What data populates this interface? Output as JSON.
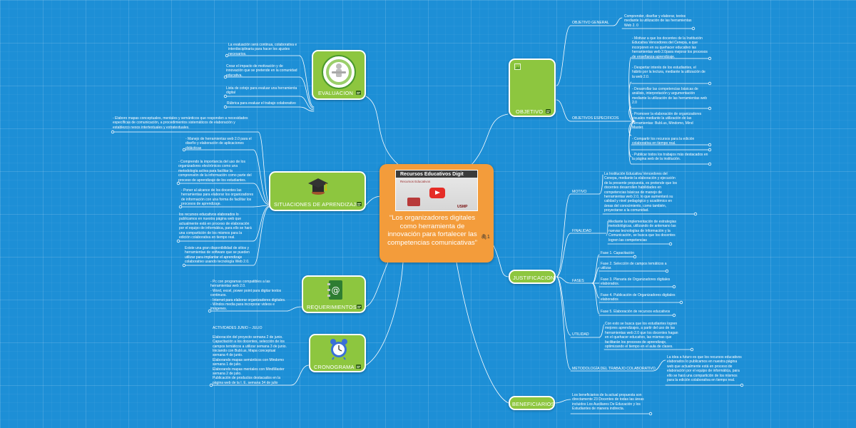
{
  "central": {
    "title": "“Los organizadores digitales como herramienta de innovación para fortalecer  las  competencias comunicativas”",
    "video_title": "Recursos Educativos Digit",
    "video_subtitle": "Recursos Educativos",
    "video_brand": "USMP",
    "attachment_count": "1"
  },
  "evaluacion": {
    "title": "EVALUACION",
    "items": [
      "La evaluación será continua, colaborativa e\ninterdisciplinaria    para hacer    los ajustes\nnecesarios.",
      "Crear el impacto  de motivación y de\ninnovación que se pretende en la comunidad\neducativa.",
      "Lista de cotejo para evaluar una herramienta\ndigital",
      "Rúbrica para evaluar el trabajo colaborativo"
    ]
  },
  "situaciones": {
    "title": "SITUACIONES DE APRENDIZAJE",
    "items": [
      "- Elaboro mapas conceptuales, mentales y semánticos  que  responden  a  necesidades\nespecíficas  de  comunicación,  a procedimientos  sistemáticos  de  elaboración   y\nestablezco   nexos   intertextuales    y  extratextuales.",
      "-  Manejo de herramientas web 2.0 para el\ndiseño y elaboración  de aplicaciones\ndidácticas",
      "- Comprendo la importancia del uso de los\norganizadores electrónicos como una\nmetodología activa para facilitar la\ncomprensión de la información como parte del\nproceso de aprendizaje de los estudiantes.",
      "- Poner al alcance de  los docentes las\nherramientas para elaborar los organizadores\nde información con una forma de facilitar los\nprocesos de aprendizaje.",
      "los recursos educativos elaborados lo\npublicamos en nuestra página web que\nactualmente está en proceso de elaboración\npor el equipo de informática, para ello se hará\nuna compartición de los mismos para la\nedición colaborativa en tiempo real.",
      "Existe una gran disponibilidad de sitios y\nherramientas de software que se pueden\nutilizar para implantar el aprendizaje\ncolaborativo usando tecnología Web 2.0."
    ]
  },
  "requerimientos": {
    "title": "REQUERIMIENTOS",
    "items": [
      "- Pc con programas compatibles a las\nherramientas web 2.0.\n- Word, excel, power point para digitar textos\ncontinuos.\n- Internet para elaborar organizadores digitales.\n- Windos media para incorporar videos e\nimágenes."
    ]
  },
  "cronograma": {
    "title": "CRONOGRAMA",
    "items": [
      "ACTIVIDADES  JUNIO – JULIO\n\nElaboración del proyecto semana 2 de junio.\nCapacitación a los docentes, selección de los\ncampos temáticos a utilizar semana 3 de junio.\nIniciando con Bubl.us, Mapa conceptual\nsemana 4 de junio.\nElaborando mapas semánticos con Mindomo\nsemana 1 de julio.\nElaborando mapas mentales con MindMaster\nsemana 2 de julio.\nPublicación de productos destacados en la\npágina web de la I. E. semana 34 de julio"
    ]
  },
  "objetivo": {
    "title": "OBJETIVO",
    "general_label": "OBJETIVO GENERAL",
    "general_text": "Comprender, diseñar y elaborar, textos\nmediante la utilización de las herramientas\nWeb 2. 0",
    "especificos_label": "OBJETIVOS ESPECIFICOS",
    "especificos": [
      "- Motivar a que los docentes de la Institución\nEducativa Vencedores del Cenepa, a que\nincorporen en su quehacer educativo las\nherramientas web 2.0para mejorar los procesos\nde enseñanza-aprendizaje.",
      "- Despertar interés  de los estudiantes, el\nhábito por la lectura, mediante la utilización de\nla web 2.0.",
      "- Desarrollar las competencias básicas de\nanálisis, interpretación y argumentación\nmediante la utilización de las herramientas web\n2.0",
      "- Promover  la  elaboración de organizadores\nvisuales  mediante  la  utilización  de las\nherramientas: Bubl.us, Mindomo, Mind\nMaster.",
      "- Compartir los recursos para la edición\ncolaborativa en tiempo real.",
      "- Publicar todos los trabajos más destacados en\nla página web de la institución."
    ]
  },
  "justificacion": {
    "title": "JUSTIFICACION",
    "motivo_label": "MOTIVO",
    "motivo_text": "La Institución Educativa Vencedores del\nCenepa, mediante la elaboración y ejecución\nde la presente propuesta, es pretende que los\ndocentes desarrollen habilidades en\ncompetencias básicas de manejo de\nherramientas web 2.0, lo que      aumentará  su\ncalidad  y  nivel  pedagógico y académico en\náreas  del conocimiento, como también,\nproyectarse a la comunidad.",
    "finalidad_label": "FINALIDAD",
    "finalidad_text": "Mediante la implementación de estrategias\nmetodológicas, utilizando de antemano las\nnuevas tecnologías de Información y la\nComunicación, se busca que los docentes\nlogren las competencias",
    "fases_label": "FASES",
    "fases": [
      "Fase 1. Capacitación",
      "Fase 2. Selección de campos temáticos a\nutilizar.",
      "Fase 3. Plenaria de Organizadores digitales\nelaborados.",
      "Fase 4. Publicación de Organizadores digitales\nelaborados",
      "Fase 5. Elaboración de recursos educativos"
    ],
    "utilidad_label": "UTILIDAD",
    "utilidad_text": "Con esto se busca que  los estudiantes logren\nmejores aprendizajes, a partir del uso de las\nherramientas web 2.0 que los docentes hagan\nen el quehacer educativo, las mismas que\nfacilitarán los procesos de aprendizaje,\noptimizando el tiempo en el aula de clases.",
    "metodologia_label": "METODOLOGÍA DEL TRABAJO COLABORATIVO",
    "metodologia_text": "La idea a futuro es que los recursos educativos\nelaborados lo publicamos en nuestra página\nweb que actualmente está en proceso de\nelaboración por el equipo de informática, para\nello se hará una compartición de los mismos\npara la edición colaborativa en tiempo real."
  },
  "beneficiarios": {
    "title": "BENEFICIARIOS",
    "text": "Los beneficiarios de la actual propuesta son\ndirectamente 23 Docentes de todas las áreas\nincluidos Los Auxiliares De Educación y los\nEstudiantes de manera indirecta."
  },
  "colors": {
    "background": "#1d8fd6",
    "central": "#f39c3b",
    "branch_node": "#8dc63f",
    "line": "#ffffff"
  },
  "icons": {
    "evaluacion": "evaluation-badge-icon",
    "situaciones": "graduation-cap-icon",
    "requerimientos": "address-book-icon",
    "cronograma": "alarm-clock-icon",
    "objetivo": "broken-image-icon",
    "note": "note-icon",
    "attachment": "paperclip-icon"
  }
}
